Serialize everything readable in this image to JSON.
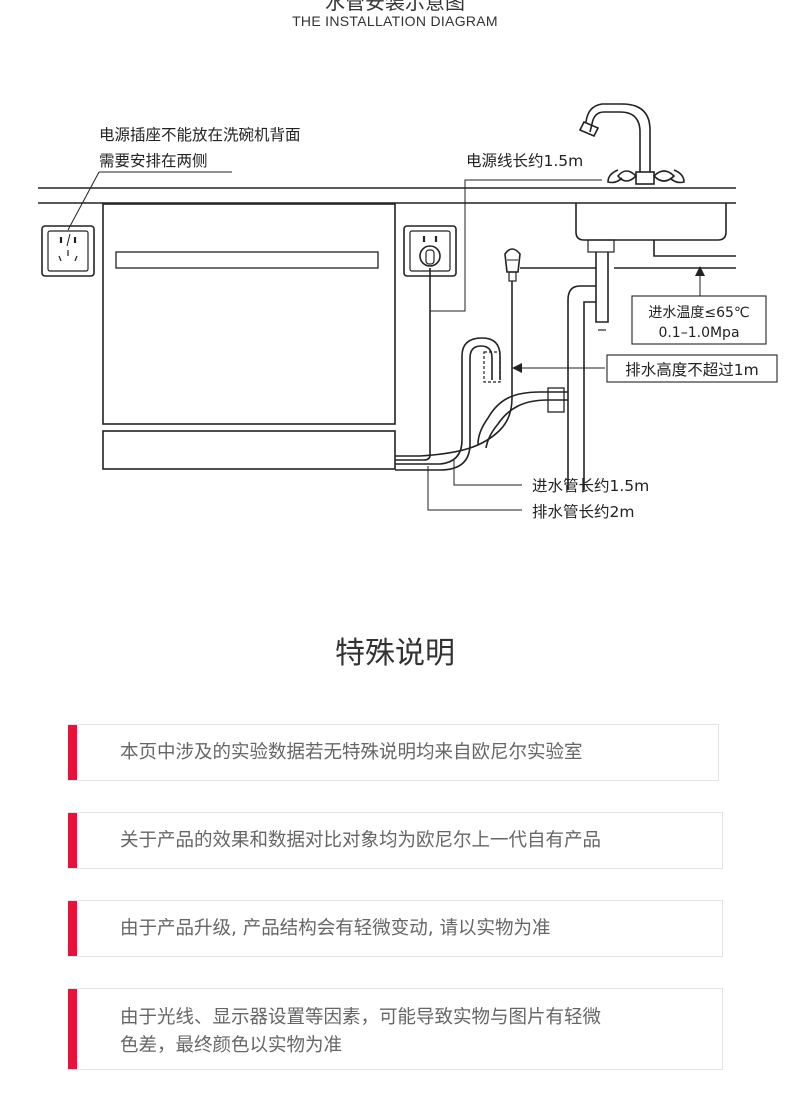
{
  "header": {
    "title": "水管安装示意图",
    "subtitle": "THE INSTALLATION DIAGRAM"
  },
  "diagram": {
    "socket_note_line1": "电源插座不能放在洗碗机背面",
    "socket_note_line2": "需要安排在两侧",
    "power_cord_label": "电源线长约1.5m",
    "water_temp_label": "进水温度≤65℃",
    "water_pressure_label": "0.1–1.0Mpa",
    "drain_height_label": "排水高度不超过1m",
    "inlet_hose_label": "进水管长约1.5m",
    "drain_hose_label": "排水管长约2m"
  },
  "special_notes": {
    "heading": "特殊说明",
    "items": [
      "本页中涉及的实验数据若无特殊说明均来自欧尼尔实验室",
      "关于产品的效果和数据对比对象均为欧尼尔上一代自有产品",
      "由于产品升级, 产品结构会有轻微变动, 请以实物为准",
      "由于光线、显示器设置等因素，可能导致实物与图片有轻微",
      "色差，最终颜色以实物为准"
    ]
  },
  "colors": {
    "accent": "#e8113c",
    "line": "#222222",
    "note_text": "#666666",
    "note_border": "#e4e4e4"
  }
}
